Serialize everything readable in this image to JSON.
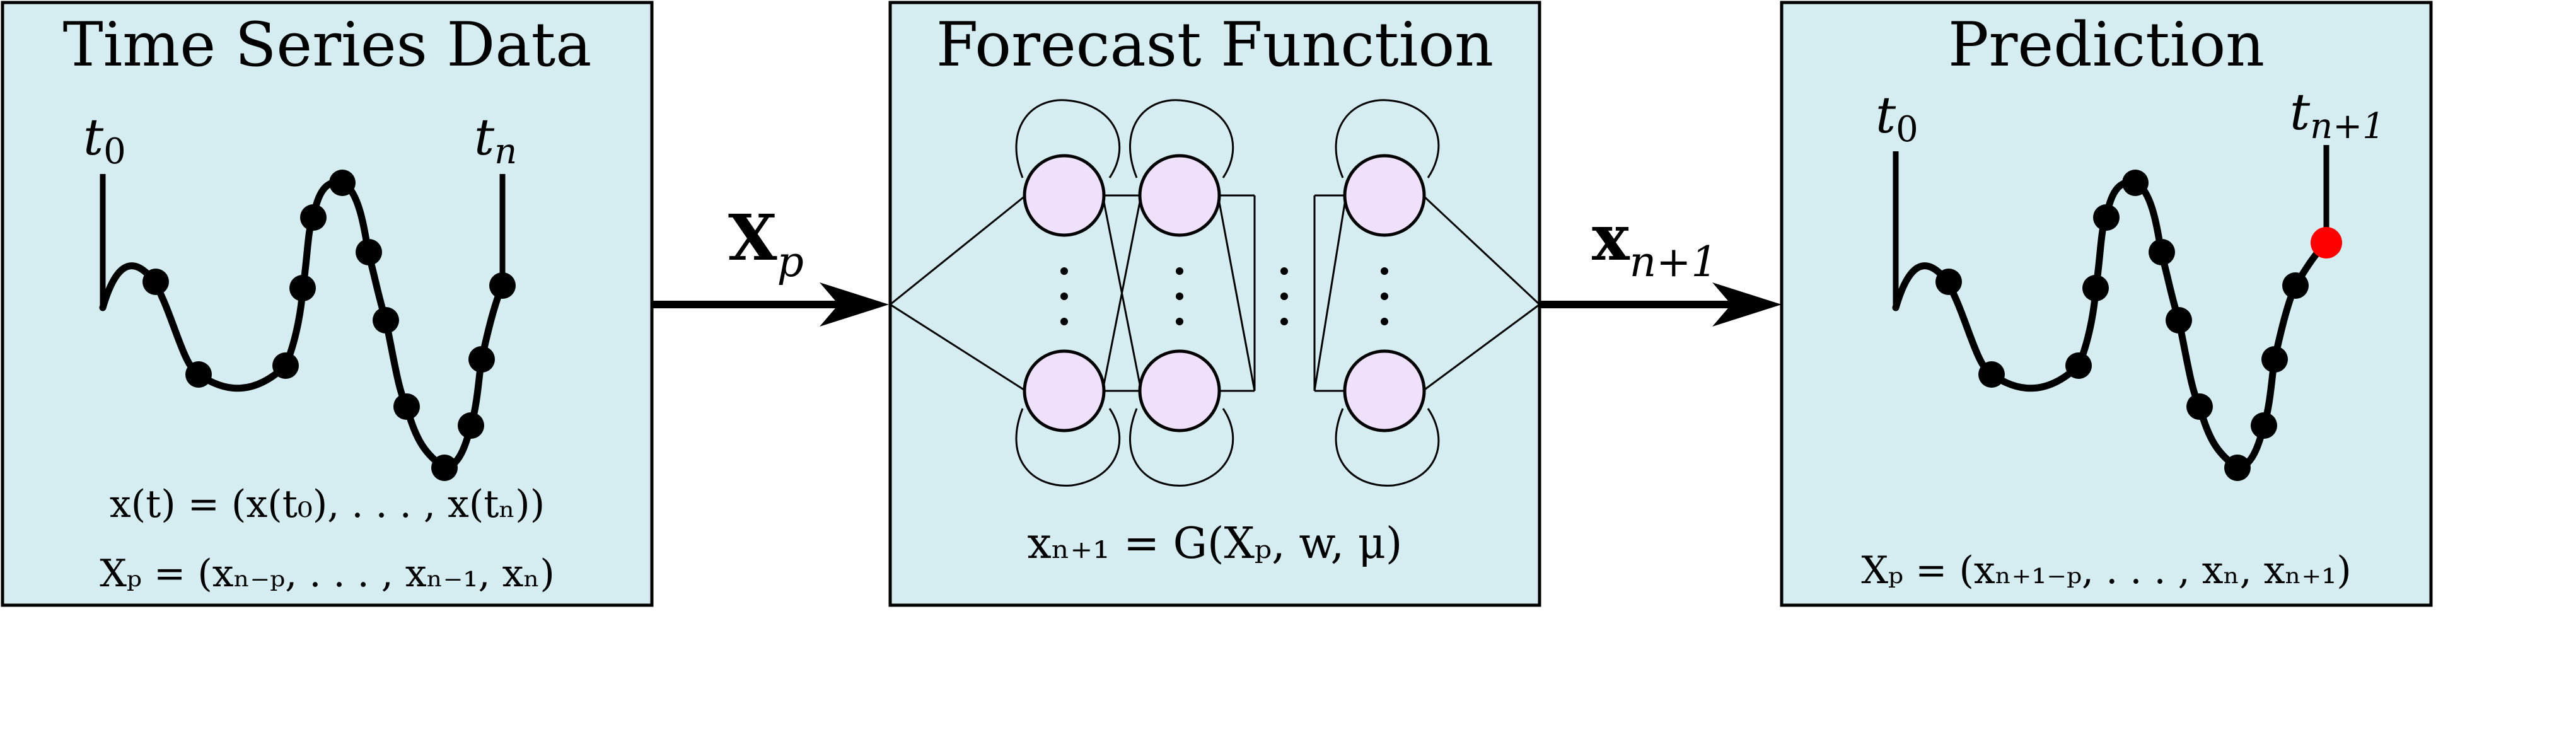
{
  "panels": {
    "time_series": {
      "title": "Time Series Data",
      "start_label": "t",
      "start_label_sub": "0",
      "end_label": "t",
      "end_label_sub": "n",
      "eq1": "x(t) = (x(t₀), . . . , x(tₙ))",
      "eq2": "Xₚ = (xₙ₋ₚ, . . . , xₙ₋₁, xₙ)"
    },
    "forecast": {
      "title": "Forecast Function",
      "equation": "xₙ₊₁ = G(Xₚ, w, μ)"
    },
    "prediction": {
      "title": "Prediction",
      "start_label": "t",
      "start_label_sub": "0",
      "end_label": "t",
      "end_label_sub": "n+1",
      "equation": "Xₚ = (xₙ₊₁₋ₚ, . . . , xₙ, xₙ₊₁)"
    }
  },
  "arrows": {
    "input_label": "X",
    "input_label_sub": "p",
    "output_label": "x",
    "output_label_sub": "n+1"
  },
  "colors": {
    "panel_fill": "#d5ecf0",
    "panel_stroke": "#000000",
    "neuron_fill": "#efe0fb",
    "prediction_point": "#ff0000",
    "curve": "#000000"
  },
  "icons": {
    "neuron": "circle-node",
    "vertical_ellipsis": "vertical-dots",
    "forward_arrow": "right-arrow"
  }
}
